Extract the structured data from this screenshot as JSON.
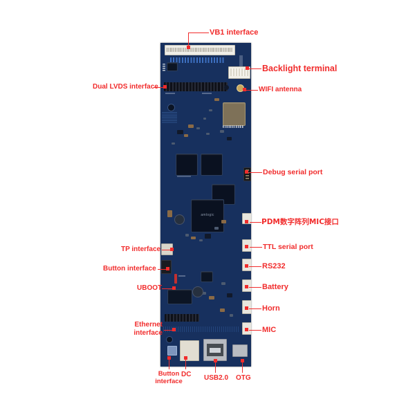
{
  "diagram": {
    "title": "Annotated PCB board interface callout diagram",
    "background_color": "#ffffff",
    "annotation_color": "#f12c2c",
    "board_color": "#17305e",
    "chip_vendor_text": "amlogic"
  },
  "annotations": [
    {
      "id": "vb1",
      "label": "VB1 interface",
      "side": "top"
    },
    {
      "id": "backlight",
      "label": "Backlight terminal",
      "side": "right"
    },
    {
      "id": "wifi",
      "label": "WIFI antenna",
      "side": "right"
    },
    {
      "id": "dual-lvds",
      "label": "Dual LVDS interface",
      "side": "left"
    },
    {
      "id": "debug-serial",
      "label": "Debug serial port",
      "side": "right"
    },
    {
      "id": "pdm-mic",
      "label": "PDM数字阵列MIC接口",
      "side": "right"
    },
    {
      "id": "ttl-serial",
      "label": "TTL serial port",
      "side": "right"
    },
    {
      "id": "rs232",
      "label": "RS232",
      "side": "right"
    },
    {
      "id": "battery",
      "label": "Battery",
      "side": "right"
    },
    {
      "id": "horn",
      "label": "Horn",
      "side": "right"
    },
    {
      "id": "mic",
      "label": "MIC",
      "side": "right"
    },
    {
      "id": "tp",
      "label": "TP interface",
      "side": "left"
    },
    {
      "id": "button-side",
      "label": "Button interface",
      "side": "left"
    },
    {
      "id": "uboot",
      "label": "UBOOT",
      "side": "left"
    },
    {
      "id": "ethernet-l1",
      "label": "Ethernet",
      "side": "left"
    },
    {
      "id": "ethernet-l2",
      "label": "interface",
      "side": "left"
    },
    {
      "id": "button-bottom-l1",
      "label": "Button",
      "side": "bottom"
    },
    {
      "id": "button-bottom-l2",
      "label": "interface",
      "side": "bottom"
    },
    {
      "id": "dc",
      "label": "DC",
      "side": "bottom"
    },
    {
      "id": "usb",
      "label": "USB2.0",
      "side": "bottom"
    },
    {
      "id": "otg",
      "label": "OTG",
      "side": "bottom"
    }
  ]
}
